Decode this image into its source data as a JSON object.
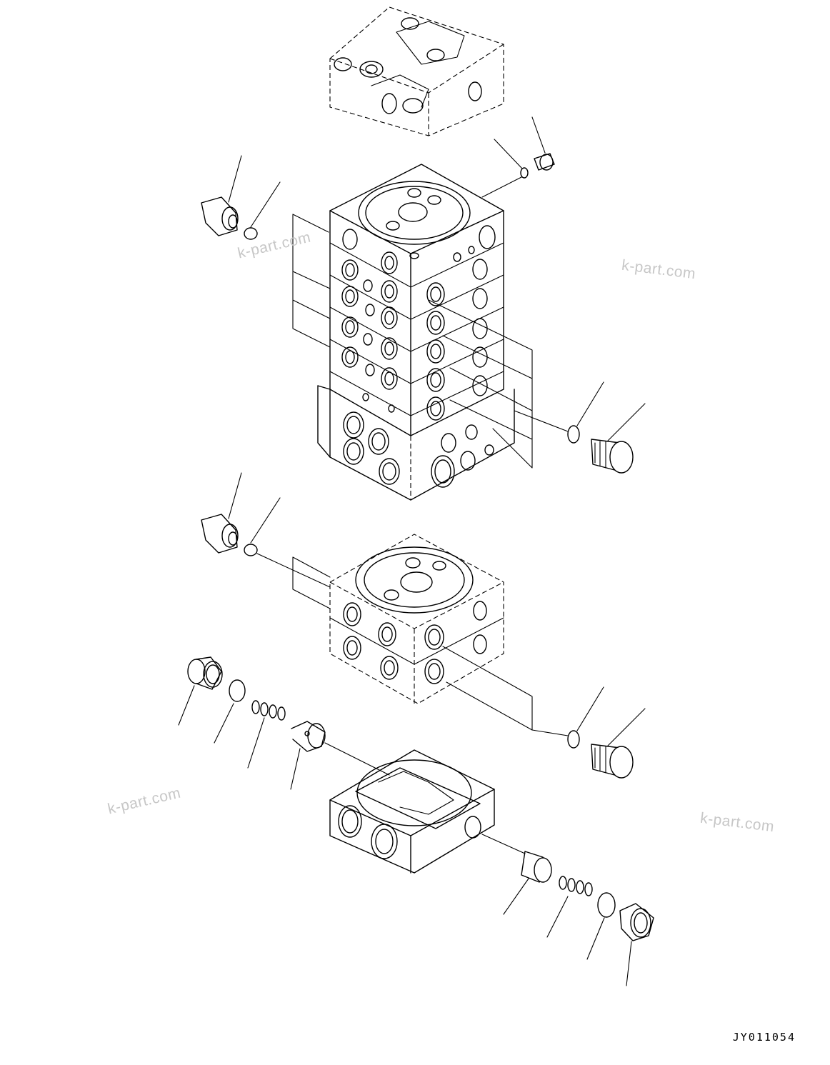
{
  "watermarks": [
    "k-part.com",
    "k-part.com",
    "k-part.com",
    "k-part.com"
  ],
  "drawing_code": "JY011054",
  "icons": {
    "diagram": "control-valve-exploded-view"
  }
}
